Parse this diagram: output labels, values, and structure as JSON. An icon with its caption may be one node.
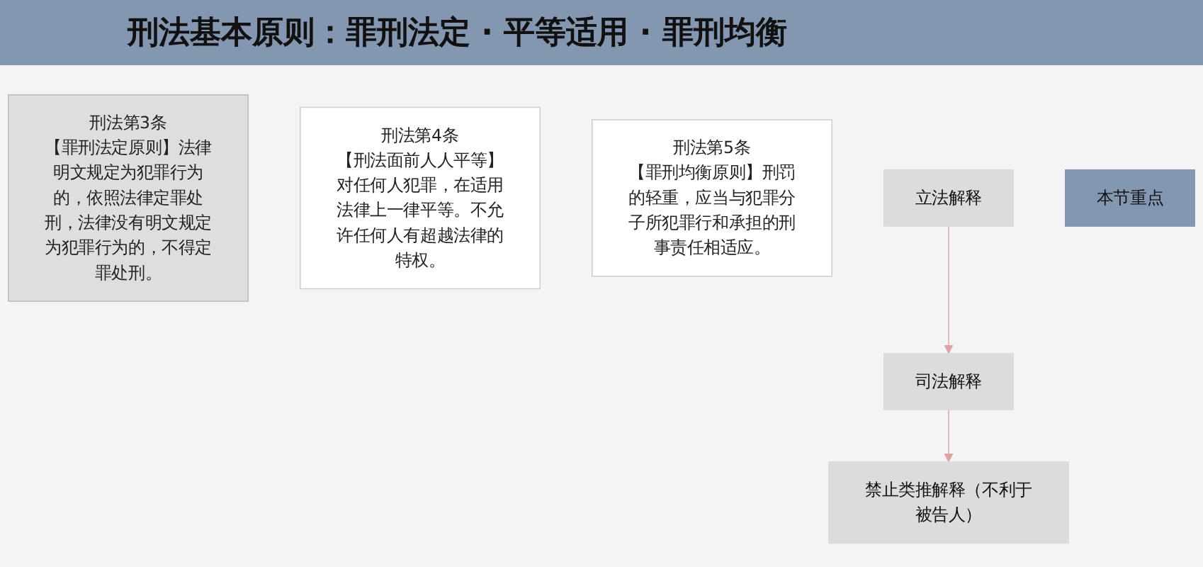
{
  "diagram": {
    "title": "刑法基本原则：罪刑法定 · 平等适用 · 罪刑均衡",
    "nodes": [
      {
        "text": [
          "刑法第3条",
          "【罪刑法定原则】法律明文规定为犯罪行为的，依照法律定罪处刑，法律没有明文规定为犯罪行为的，不得定罪处刑。"
        ]
      },
      {
        "text": [
          "刑法第4条",
          "【刑法面前人人平等】对任何人犯罪，在适用法律上一律平等。不允许任何人有超越法律的特权。"
        ]
      },
      {
        "text": [
          "刑法第5条",
          "【罪刑均衡原则】刑罚的轻重，应当与犯罪分子所犯罪行和承担的刑事责任相适应。"
        ]
      },
      {
        "text": [
          "立法解释"
        ]
      },
      {
        "text": [
          "司法解释"
        ]
      },
      {
        "text": [
          "禁止类推解释（不利于被告人）"
        ]
      },
      {
        "text": [
          "本节重点"
        ]
      }
    ],
    "edges": [
      {
        "from": 3,
        "to": 4,
        "arrow": "to"
      },
      {
        "from": 4,
        "to": 5,
        "arrow": "to"
      }
    ]
  }
}
